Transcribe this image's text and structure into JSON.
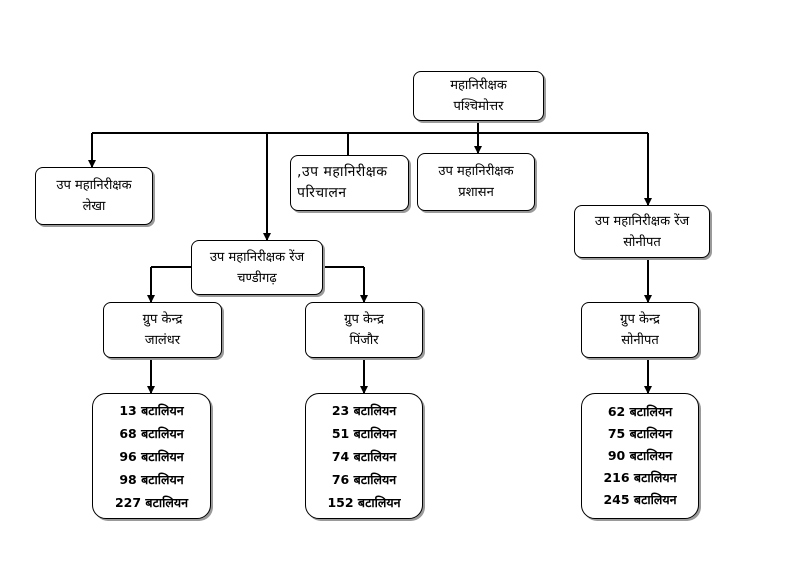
{
  "org_chart": {
    "top": {
      "line1": "महानिरीक्षक",
      "line2": "पश्चिमोत्तर"
    },
    "accounts": {
      "line1": "उप महानिरीक्षक",
      "line2": "लेखा"
    },
    "operations": {
      "line1": ",उप महानिरीक्षक",
      "line2": "परिचालन"
    },
    "administration": {
      "line1": "उप महानिरीक्षक",
      "line2": "प्रशासन"
    },
    "range_sonipat": {
      "line1": "उप महानिरीक्षक रेंज",
      "line2": "सोनीपत"
    },
    "range_chandigarh": {
      "line1": "उप महानिरीक्षक रेंज",
      "line2": "चण्डीगढ़"
    },
    "gc_jalandhar": {
      "line1": "ग्रुप केन्द्र",
      "line2": "जालंधर"
    },
    "gc_pinjore": {
      "line1": "ग्रुप केन्द्र",
      "line2": "पिंजौर"
    },
    "gc_sonipat": {
      "line1": "ग्रुप केन्द्र",
      "line2": "सोनीपत"
    },
    "bn_jalandhar": [
      "13 बटालियन",
      "68 बटालियन",
      "96 बटालियन",
      "98 बटालियन",
      "227 बटालियन"
    ],
    "bn_pinjore": [
      "23 बटालियन",
      "51 बटालियन",
      "74 बटालियन",
      "76 बटालियन",
      "152 बटालियन"
    ],
    "bn_sonipat": [
      "62 बटालियन",
      "75 बटालियन",
      "90 बटालियन",
      "216 बटालियन",
      "245 बटालियन"
    ]
  }
}
